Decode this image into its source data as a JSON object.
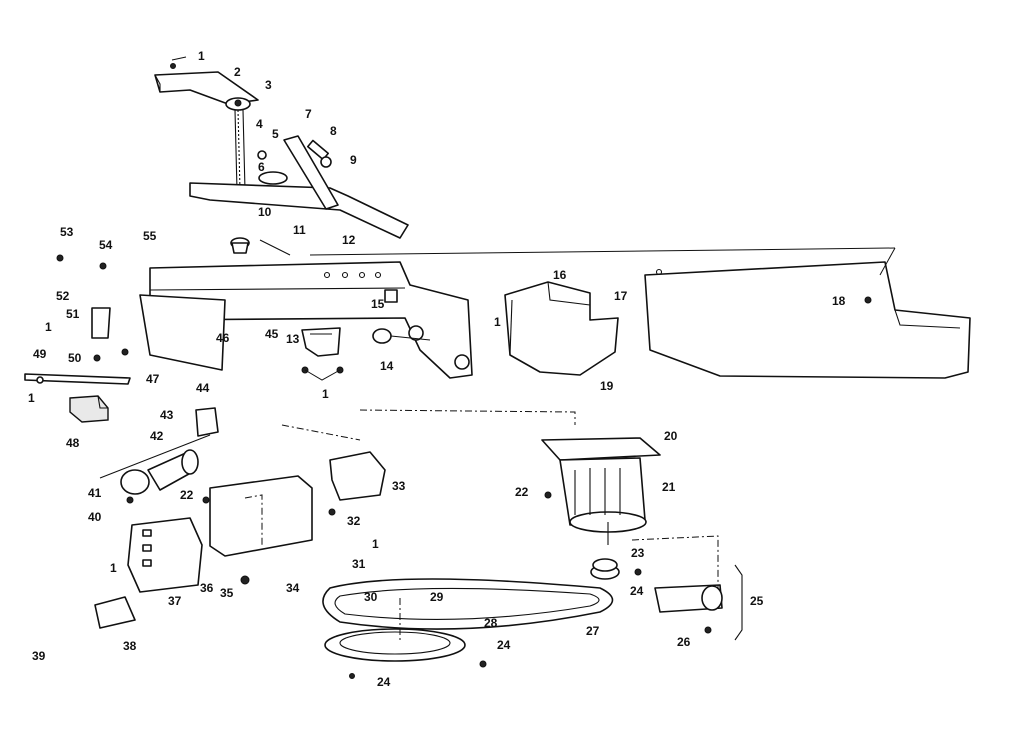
{
  "callouts": [
    "1",
    "2",
    "3",
    "4",
    "5",
    "6",
    "7",
    "8",
    "9",
    "10",
    "11",
    "12",
    "13",
    "14",
    "15",
    "16",
    "17",
    "18",
    "19",
    "20",
    "21",
    "22",
    "23",
    "24",
    "25",
    "26",
    "27",
    "28",
    "29",
    "30",
    "31",
    "32",
    "33",
    "34",
    "35",
    "36",
    "37",
    "38",
    "39",
    "40",
    "41",
    "42",
    "43",
    "44",
    "45",
    "46",
    "47",
    "48",
    "49",
    "50",
    "51",
    "52",
    "53",
    "54",
    "55"
  ],
  "colors": {
    "line": "#111111",
    "paper": "#ffffff"
  }
}
